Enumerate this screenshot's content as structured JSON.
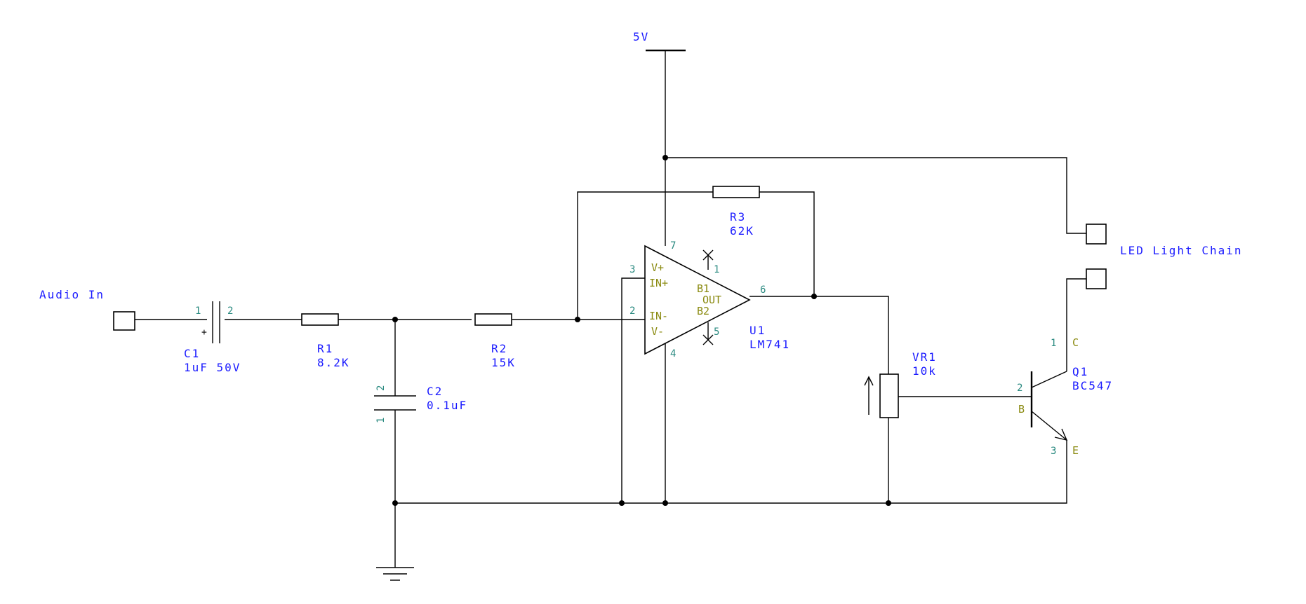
{
  "supply": {
    "label": "5V"
  },
  "input_connector": {
    "label": "Audio In"
  },
  "output_connector": {
    "label": "LED Light Chain"
  },
  "components": {
    "c1": {
      "ref": "C1",
      "value": "1uF 50V",
      "pin1": "1",
      "pin2": "2",
      "polarity": "+"
    },
    "r1": {
      "ref": "R1",
      "value": "8.2K"
    },
    "c2": {
      "ref": "C2",
      "value": "0.1uF",
      "pin1": "1",
      "pin2": "2"
    },
    "r2": {
      "ref": "R2",
      "value": "15K"
    },
    "r3": {
      "ref": "R3",
      "value": "62K"
    },
    "u1": {
      "ref": "U1",
      "value": "LM741",
      "pins": {
        "p1": "1",
        "p2": "2",
        "p3": "3",
        "p4": "4",
        "p5": "5",
        "p6": "6",
        "p7": "7"
      },
      "pin_names": {
        "vplus": "V+",
        "inplus": "IN+",
        "inminus": "IN-",
        "vminus": "V-",
        "b1": "B1",
        "b2": "B2",
        "out": "OUT"
      }
    },
    "vr1": {
      "ref": "VR1",
      "value": "10k"
    },
    "q1": {
      "ref": "Q1",
      "value": "BC547",
      "pins": {
        "p1": "1",
        "p2": "2",
        "p3": "3"
      },
      "pin_names": {
        "c": "C",
        "b": "B",
        "e": "E"
      }
    }
  },
  "colors": {
    "label": "#1a1aff",
    "pin_number": "#2a8a80",
    "pin_name": "#8a8a10",
    "wire": "#000000"
  }
}
